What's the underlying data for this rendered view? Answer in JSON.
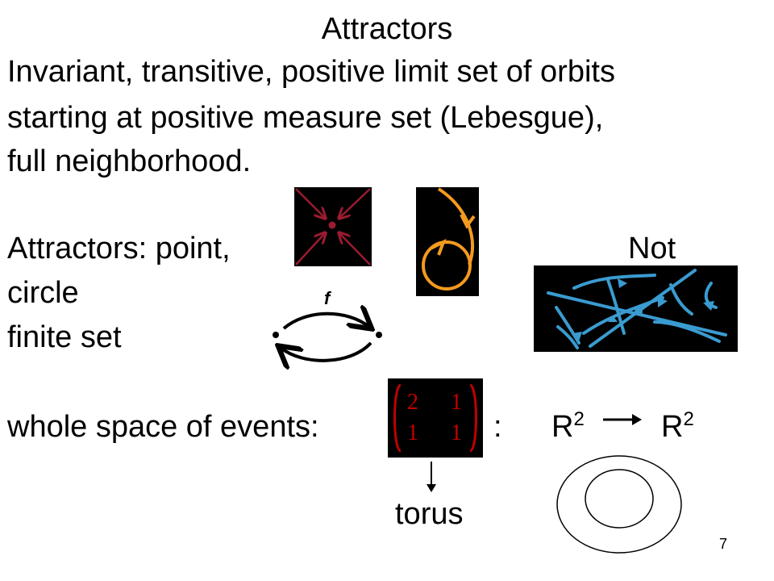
{
  "title": "Attractors",
  "definition": {
    "line1": "Invariant, transitive, positive limit set of orbits",
    "line2": "starting at positive measure set (Lebesgue),",
    "line3": "full neighborhood."
  },
  "list": {
    "point": "Attractors: point,",
    "not": "Not",
    "circle": "circle",
    "finite_set": "finite set",
    "whole_space": "whole space of events:",
    "colon": ":",
    "r2_left": "R",
    "r2_left_exp": "2",
    "r2_right": "R",
    "r2_right_exp": "2",
    "torus": "torus"
  },
  "map_label": "f",
  "matrix": {
    "a": "2",
    "b": "1",
    "c": "1",
    "d": "1"
  },
  "slide_number": "7",
  "colors": {
    "point_attractor_arrows": "#9b1b30",
    "circle_attractor": "#f39a1e",
    "not_attractor_flow": "#3a9bd0",
    "matrix_numbers": "#c00000"
  }
}
